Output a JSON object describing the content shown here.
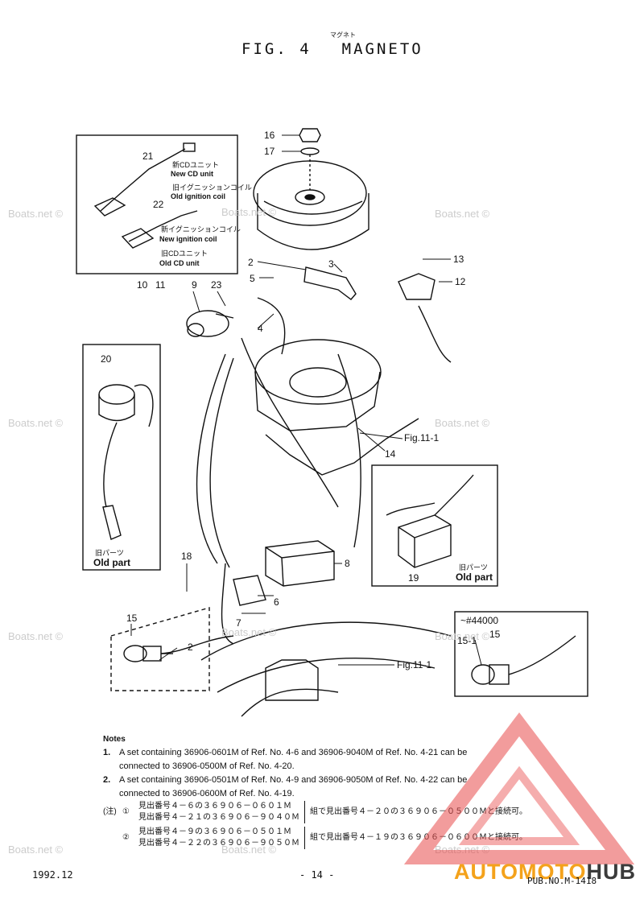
{
  "header": {
    "fig_label": "FIG. 4",
    "title": "MAGNETO",
    "furigana": "マグネト"
  },
  "callouts": {
    "c1": "16",
    "c2": "17",
    "c3": "21",
    "c4": "22",
    "c5": "2",
    "c6": "3",
    "c7": "13",
    "c8": "12",
    "c9": "5",
    "c10": "10",
    "c11": "11",
    "c12": "9",
    "c13": "23",
    "c14": "4",
    "c15": "20",
    "c16": "Fig.11-1",
    "c17": "14",
    "c18": "18",
    "c19": "8",
    "c20": "6",
    "c21": "7",
    "c22": "19",
    "c23": "15",
    "c24": "2",
    "c25": "Fig.11-1",
    "c26": "~#44000",
    "c27": "15-1",
    "c28": "15"
  },
  "inset_top": {
    "l1": "新CDユニット",
    "l2": "New CD unit",
    "l3": "旧イグニッションコイル",
    "l4": "Old ignition coil",
    "l5": "新イグニッションコイル",
    "l6": "New ignition coil",
    "l7": "旧CDユニット",
    "l8": "Old CD unit"
  },
  "old_part": {
    "jp": "旧パーツ",
    "en": "Old part"
  },
  "watermark": "Boats.net ©",
  "notes": {
    "heading": "Notes",
    "n1_num": "1.",
    "n1_a": "A set containing 36906-0601M of Ref. No. 4-6 and 36906-9040M of Ref. No. 4-21 can be",
    "n1_b": "connected to 36906-0500M of Ref. No. 4-20.",
    "n2_num": "2.",
    "n2_a": "A set containing 36906-0501M of Ref. No. 4-9 and 36906-9050M of Ref. No. 4-22 can be",
    "n2_b": "connected to 36906-0600M of Ref. No. 4-19.",
    "jp_head": "(注)",
    "jp1_mark": "①",
    "jp1_a": "見出番号４－６の３６９０６－０６０１Ｍ",
    "jp1_b": "見出番号４－２１の３６９０６－９０４０Ｍ",
    "jp1_c": "組で見出番号４－２０の３６９０６－０５００Ｍと接続可。",
    "jp2_mark": "②",
    "jp2_a": "見出番号４－９の３６９０６－０５０１Ｍ",
    "jp2_b": "見出番号４－２２の３６９０６－９０５０Ｍ",
    "jp2_c": "組で見出番号４－１９の３６９０６－０６００Ｍと接続可。"
  },
  "footer": {
    "date": "1992.12",
    "page": "- 14 -",
    "pub": "PUB.NO.M-1418"
  },
  "brand": {
    "part1": "AUTOMOTO",
    "part2": "HUB"
  }
}
